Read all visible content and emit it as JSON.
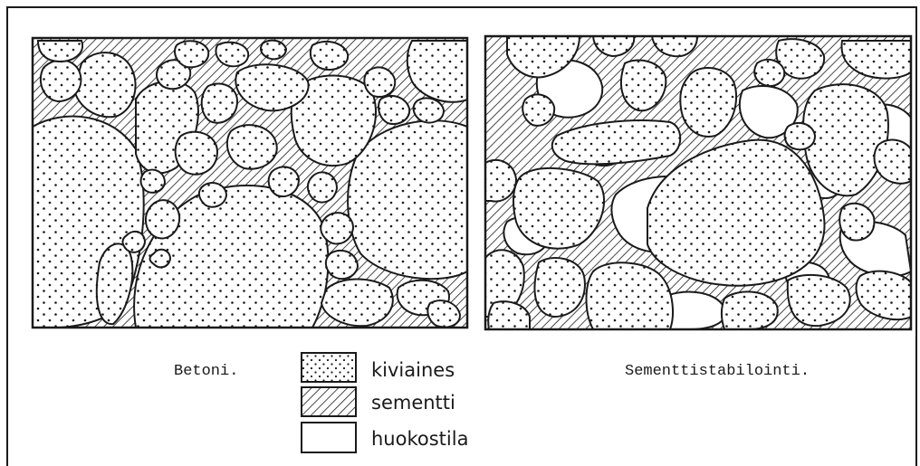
{
  "captions": {
    "left": "Betoni.",
    "right": "Sementtistabilointi."
  },
  "legend": {
    "items": [
      {
        "key": "aggregate",
        "label": "kiviaines",
        "pattern": "dots"
      },
      {
        "key": "cement",
        "label": "sementti",
        "pattern": "hatch"
      },
      {
        "key": "void",
        "label": "huokostila",
        "pattern": "empty"
      }
    ]
  },
  "colors": {
    "ink": "#1a1a1a",
    "background": "#ffffff"
  }
}
